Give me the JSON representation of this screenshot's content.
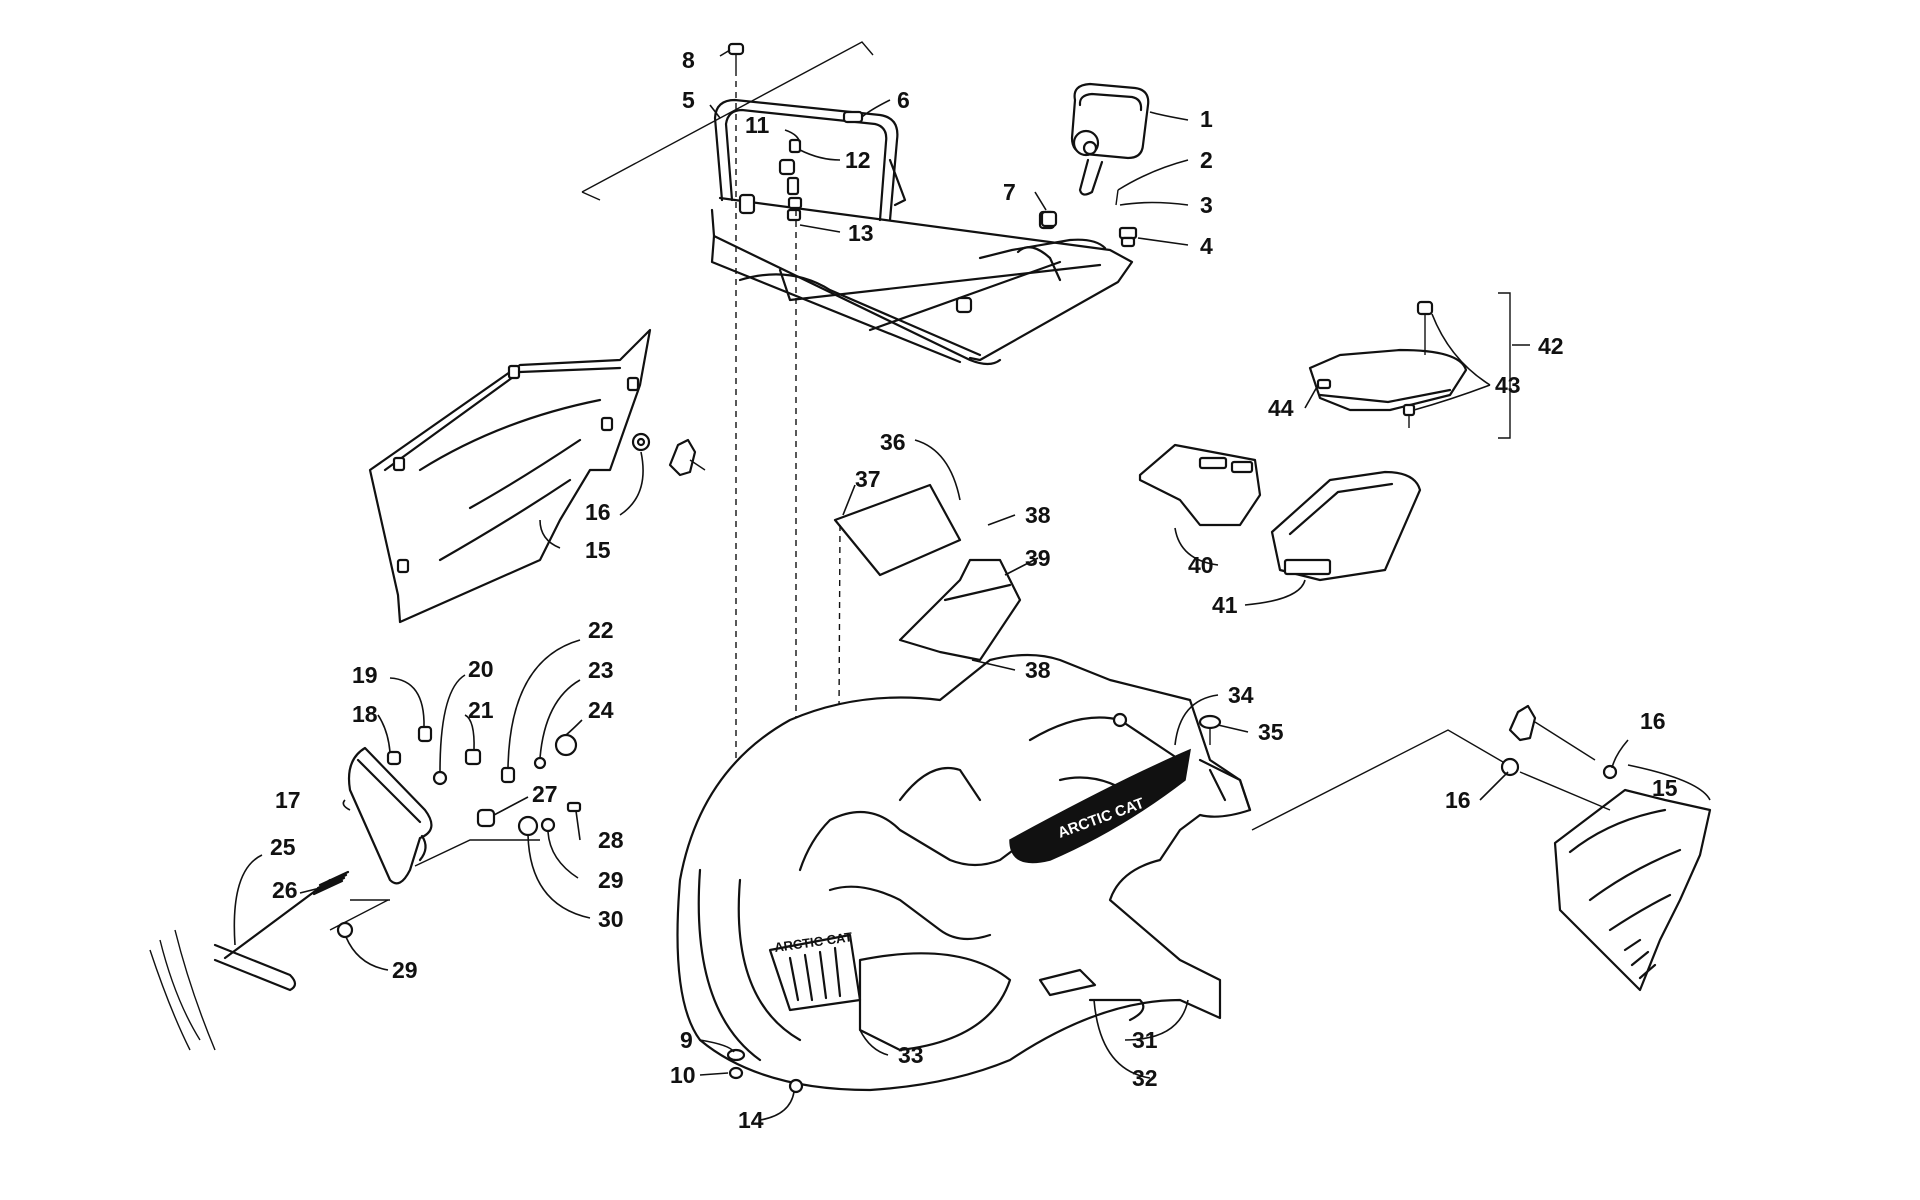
{
  "diagram": {
    "brand_decal": "ARCTIC CAT",
    "callouts": [
      "1",
      "2",
      "3",
      "4",
      "5",
      "6",
      "7",
      "8",
      "9",
      "10",
      "11",
      "12",
      "13",
      "14",
      "15",
      "15",
      "16",
      "16",
      "16",
      "17",
      "18",
      "19",
      "20",
      "21",
      "22",
      "23",
      "24",
      "25",
      "26",
      "27",
      "28",
      "29",
      "29",
      "30",
      "31",
      "32",
      "33",
      "34",
      "35",
      "36",
      "37",
      "38",
      "38",
      "39",
      "40",
      "41",
      "42",
      "43",
      "44"
    ]
  }
}
